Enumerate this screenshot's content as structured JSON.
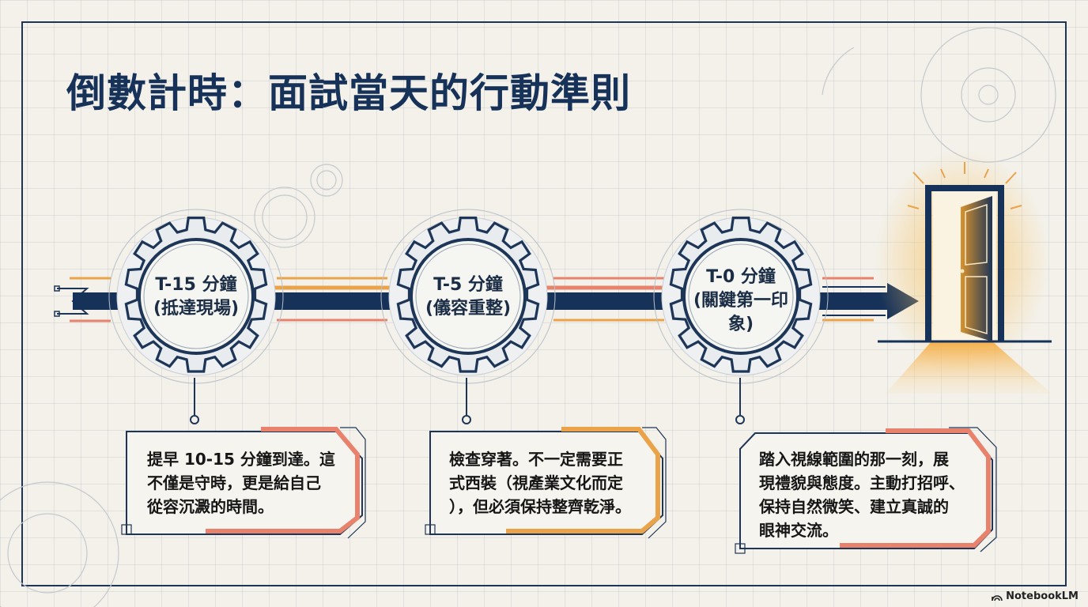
{
  "title": "倒數計時：面試當天的行動準則",
  "steps": [
    {
      "label": "T-15 分鐘",
      "sublabel": "(抵達現場)",
      "description": [
        "提早 10-15 分鐘到達。這",
        "不僅是守時，更是給自己",
        "從容沉澱的時間。"
      ],
      "accent": "#e8826c"
    },
    {
      "label": "T-5 分鐘",
      "sublabel": "(儀容重整)",
      "description": [
        "檢查穿著。不一定需要正",
        "式西裝（視產業文化而定",
        "），但必須保持整齊乾淨。"
      ],
      "accent": "#eba34a"
    },
    {
      "label": "T-0 分鐘",
      "sublabel": "(關鍵第一印",
      "sublabel2": "象)",
      "description": [
        "踏入視線範圍的那一刻，展",
        "現禮貌與態度。主動打招呼、",
        "保持自然微笑、建立真誠的",
        "眼神交流。"
      ],
      "accent": "#e8826c"
    }
  ],
  "destination": {
    "icon": "open-door-icon"
  },
  "colors": {
    "navy": "#163259",
    "salmon": "#e8826c",
    "orange": "#eba34a",
    "glow": "#f7b54a"
  },
  "brand": {
    "label": "NotebookLM",
    "icon": "notebooklm-logo-icon"
  }
}
